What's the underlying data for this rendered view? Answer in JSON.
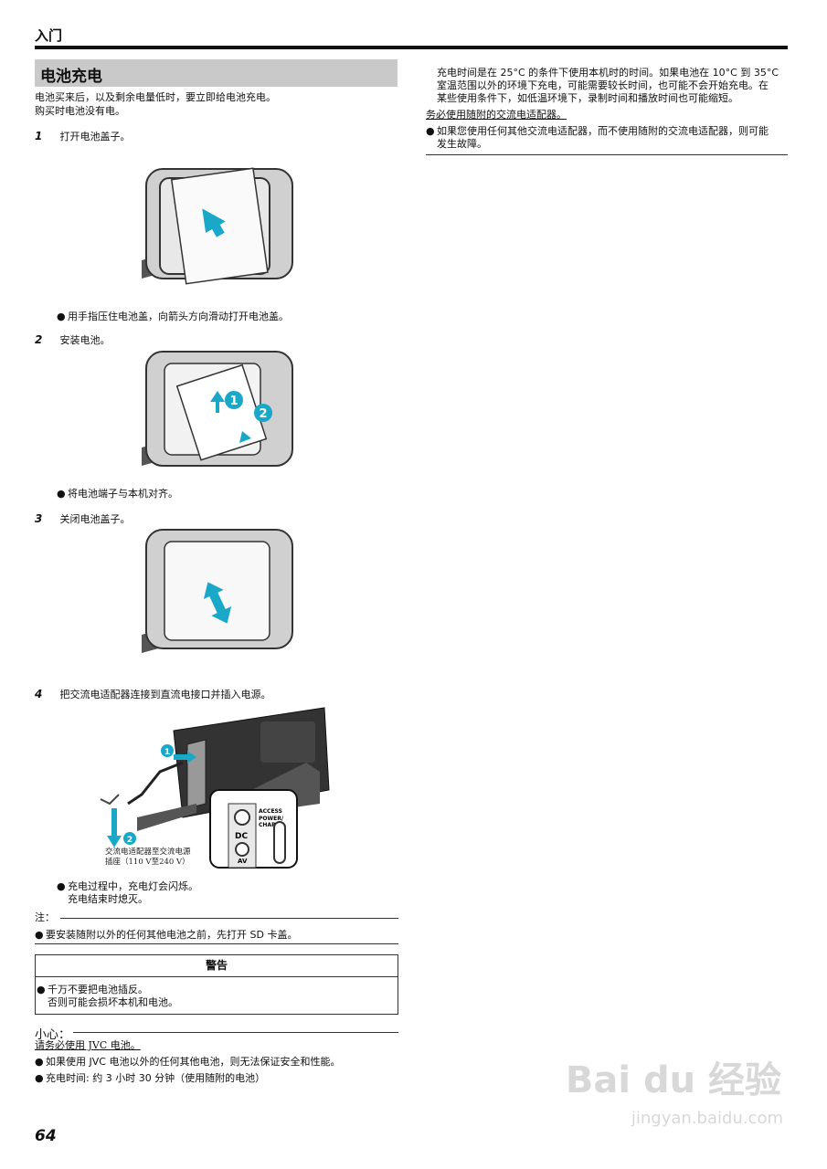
{
  "header": {
    "title": "入门"
  },
  "section": {
    "title": "电池充电"
  },
  "intro": [
    "电池买来后，以及剩余电量低时，要立即给电池充电。",
    "购买时电池没有电。"
  ],
  "steps": [
    {
      "num": "1",
      "text": "打开电池盖子。",
      "bullet": "用手指压住电池盖，向箭头方向滑动打开电池盖。"
    },
    {
      "num": "2",
      "text": "安装电池。",
      "bullet": "将电池端子与本机对齐。"
    },
    {
      "num": "3",
      "text": "关闭电池盖子。"
    },
    {
      "num": "4",
      "text": "把交流电适配器连接到直流电接口并插入电源。",
      "bullet_lines": [
        "充电过程中，充电灯会闪烁。",
        "充电结束时熄灭。"
      ]
    }
  ],
  "figure2": {
    "labels": [
      "1",
      "2"
    ]
  },
  "figure4": {
    "caption": [
      "交流电适配器至交流电源",
      "插座（110 V至240 V）"
    ],
    "port_labels": [
      "DC",
      "ACCESS",
      "POWER/",
      "CHARGE",
      "AV"
    ],
    "markers": [
      "1",
      "2"
    ]
  },
  "note": {
    "label": "注：",
    "bullet": "要安装随附以外的任何其他电池之前，先打开 SD 卡盖。"
  },
  "warning": {
    "title": "警告",
    "lines": [
      "千万不要把电池插反。",
      "否则可能会损坏本机和电池。"
    ]
  },
  "caution": {
    "label": "小心：",
    "underline": "请务必使用 JVC 电池。",
    "bullets": [
      "如果使用 JVC 电池以外的任何其他电池，则无法保证安全和性能。",
      "充电时间: 约 3 小时 30 分钟（使用随附的电池）"
    ]
  },
  "right": {
    "para": [
      "充电时间是在 25°C 的条件下使用本机时的时间。如果电池在 10°C 到 35°C",
      "室温范围以外的环境下充电，可能需要较长时间，也可能不会开始充电。在",
      "某些使用条件下，如低温环境下，录制时间和播放时间也可能缩短。"
    ],
    "underline": "务必使用随附的交流电适配器。",
    "bullet": [
      "如果您使用任何其他交流电适配器，而不使用随附的交流电适配器，则可能",
      "发生故障。"
    ]
  },
  "page_number": "64",
  "watermark": {
    "brand": "Bai du 经验",
    "url": "jingyan.baidu.com"
  },
  "colors": {
    "accent": "#1aa8c8",
    "section_bg": "#c9c9c9"
  }
}
